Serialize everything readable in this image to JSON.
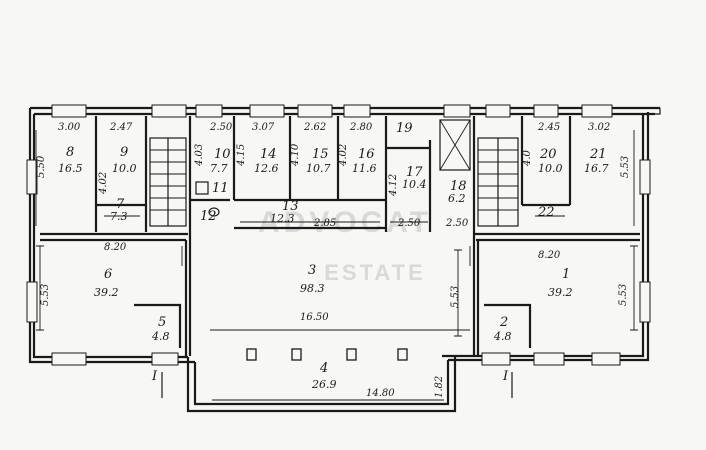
{
  "watermark": {
    "line1": "ADVOCAT",
    "line2": "ESTATE"
  },
  "rooms": [
    {
      "id": "r1",
      "number": "1",
      "area": "39.2"
    },
    {
      "id": "r2",
      "number": "2",
      "area": "4.8"
    },
    {
      "id": "r3",
      "number": "3",
      "area": "98.3"
    },
    {
      "id": "r4",
      "number": "4",
      "area": "26.9"
    },
    {
      "id": "r5",
      "number": "5",
      "area": "4.8"
    },
    {
      "id": "r6",
      "number": "6",
      "area": "39.2"
    },
    {
      "id": "r7",
      "number": "7",
      "area": "7.3"
    },
    {
      "id": "r8",
      "number": "8",
      "area": "16.5"
    },
    {
      "id": "r9",
      "number": "9",
      "area": "10.0"
    },
    {
      "id": "r10",
      "number": "10",
      "area": "7.7"
    },
    {
      "id": "r11",
      "number": "11",
      "area": ""
    },
    {
      "id": "r12",
      "number": "12",
      "area": ""
    },
    {
      "id": "r13",
      "number": "13",
      "area": ""
    },
    {
      "id": "r14",
      "number": "14",
      "area": "12.6"
    },
    {
      "id": "r15",
      "number": "15",
      "area": "10.7"
    },
    {
      "id": "r16",
      "number": "16",
      "area": "11.6"
    },
    {
      "id": "r17",
      "number": "17",
      "area": "10.4"
    },
    {
      "id": "r18",
      "number": "18",
      "area": "6.2"
    },
    {
      "id": "r19",
      "number": "19",
      "area": ""
    },
    {
      "id": "r20",
      "number": "20",
      "area": "10.0"
    },
    {
      "id": "r21",
      "number": "21",
      "area": "16.7"
    },
    {
      "id": "r22",
      "number": "22",
      "area": ""
    },
    {
      "id": "r23",
      "number": "13",
      "area": "12.3"
    }
  ],
  "dimensions": {
    "d1": "3.00",
    "d2": "2.47",
    "d3": "2.50",
    "d4": "3.07",
    "d5": "2.62",
    "d6": "2.80",
    "d7": "2.45",
    "d8": "3.02",
    "d9": "5.50",
    "d10": "5.53",
    "d11": "8.20",
    "d12": "8.20",
    "d13": "5.53",
    "d14": "5.53",
    "d15": "5.53",
    "d16": "16.50",
    "d17": "14.80",
    "d18": "1.82",
    "d19": "2.85",
    "d20": "2.50",
    "d21": "2.50",
    "d22": "4.02",
    "d23": "4.03",
    "d24": "4.15",
    "d25": "4.10",
    "d26": "4.02",
    "d27": "4.12",
    "d28": "4.0"
  },
  "section_marks": {
    "left": "I",
    "right": "I"
  }
}
